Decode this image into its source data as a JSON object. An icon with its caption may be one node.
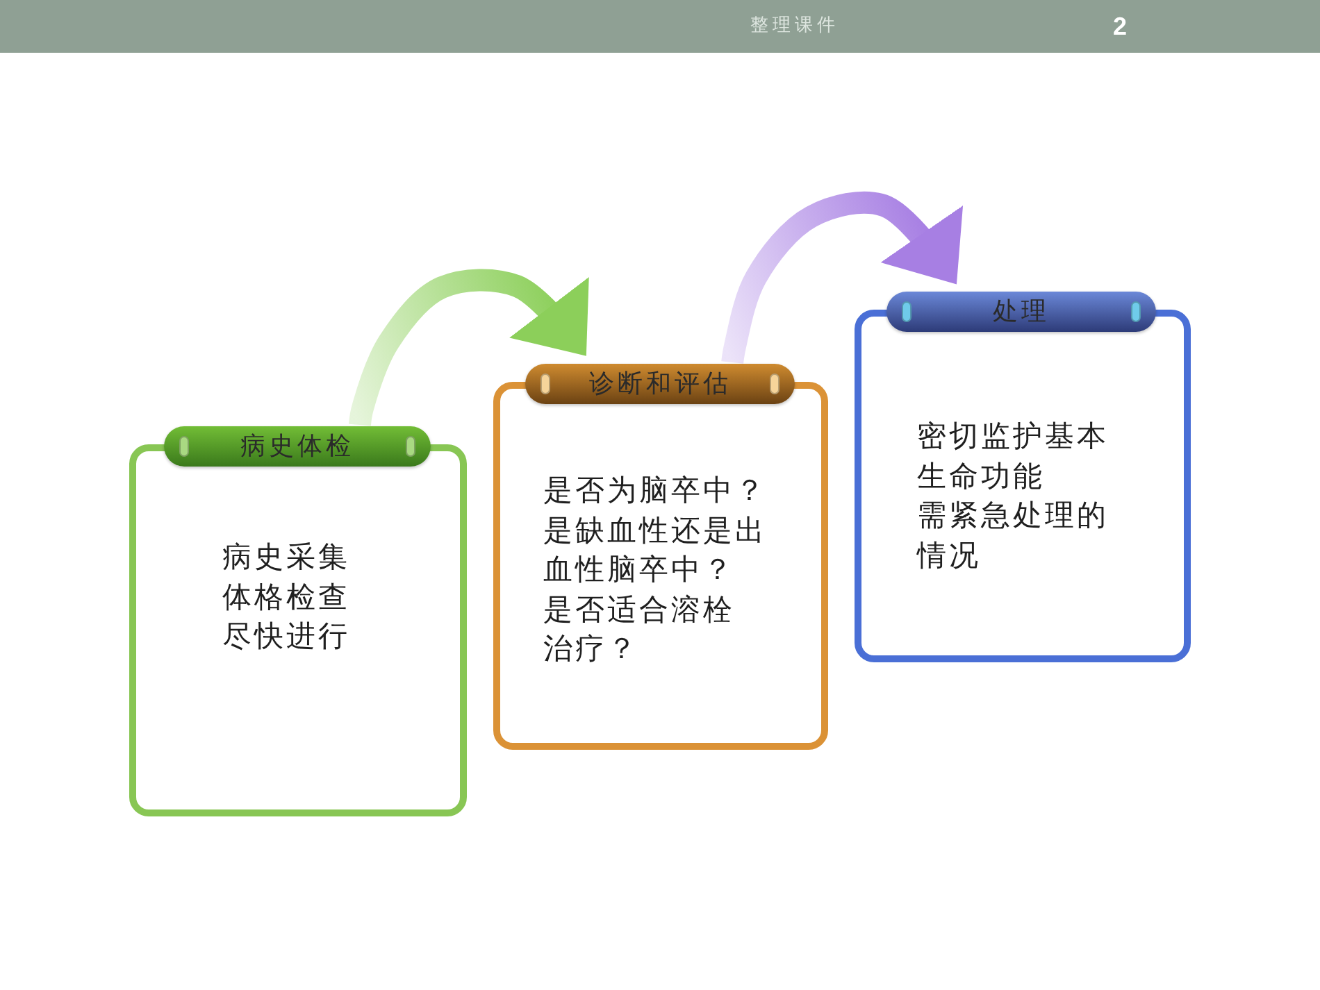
{
  "diagram": {
    "nodes": [
      {
        "text": [
          "病史体检",
          "病史采集",
          "体格检查",
          "尽快进行"
        ]
      },
      {
        "text": [
          "诊断和评估",
          "是否为脑卒中？",
          "是缺血性还是出血性脑卒中？",
          "是否适合溶栓治疗？"
        ]
      },
      {
        "text": [
          "处理",
          "密切监护基本生命功能",
          "需紧急处理的情况"
        ]
      }
    ],
    "edges": [
      {
        "from": 0,
        "to": 1,
        "arrow": "to",
        "style": "thick",
        "color": "#8ccf5a"
      },
      {
        "from": 1,
        "to": 2,
        "arrow": "to",
        "style": "thick",
        "color": "#a77fe3"
      }
    ],
    "labels": [
      "整理课件",
      "2"
    ]
  }
}
